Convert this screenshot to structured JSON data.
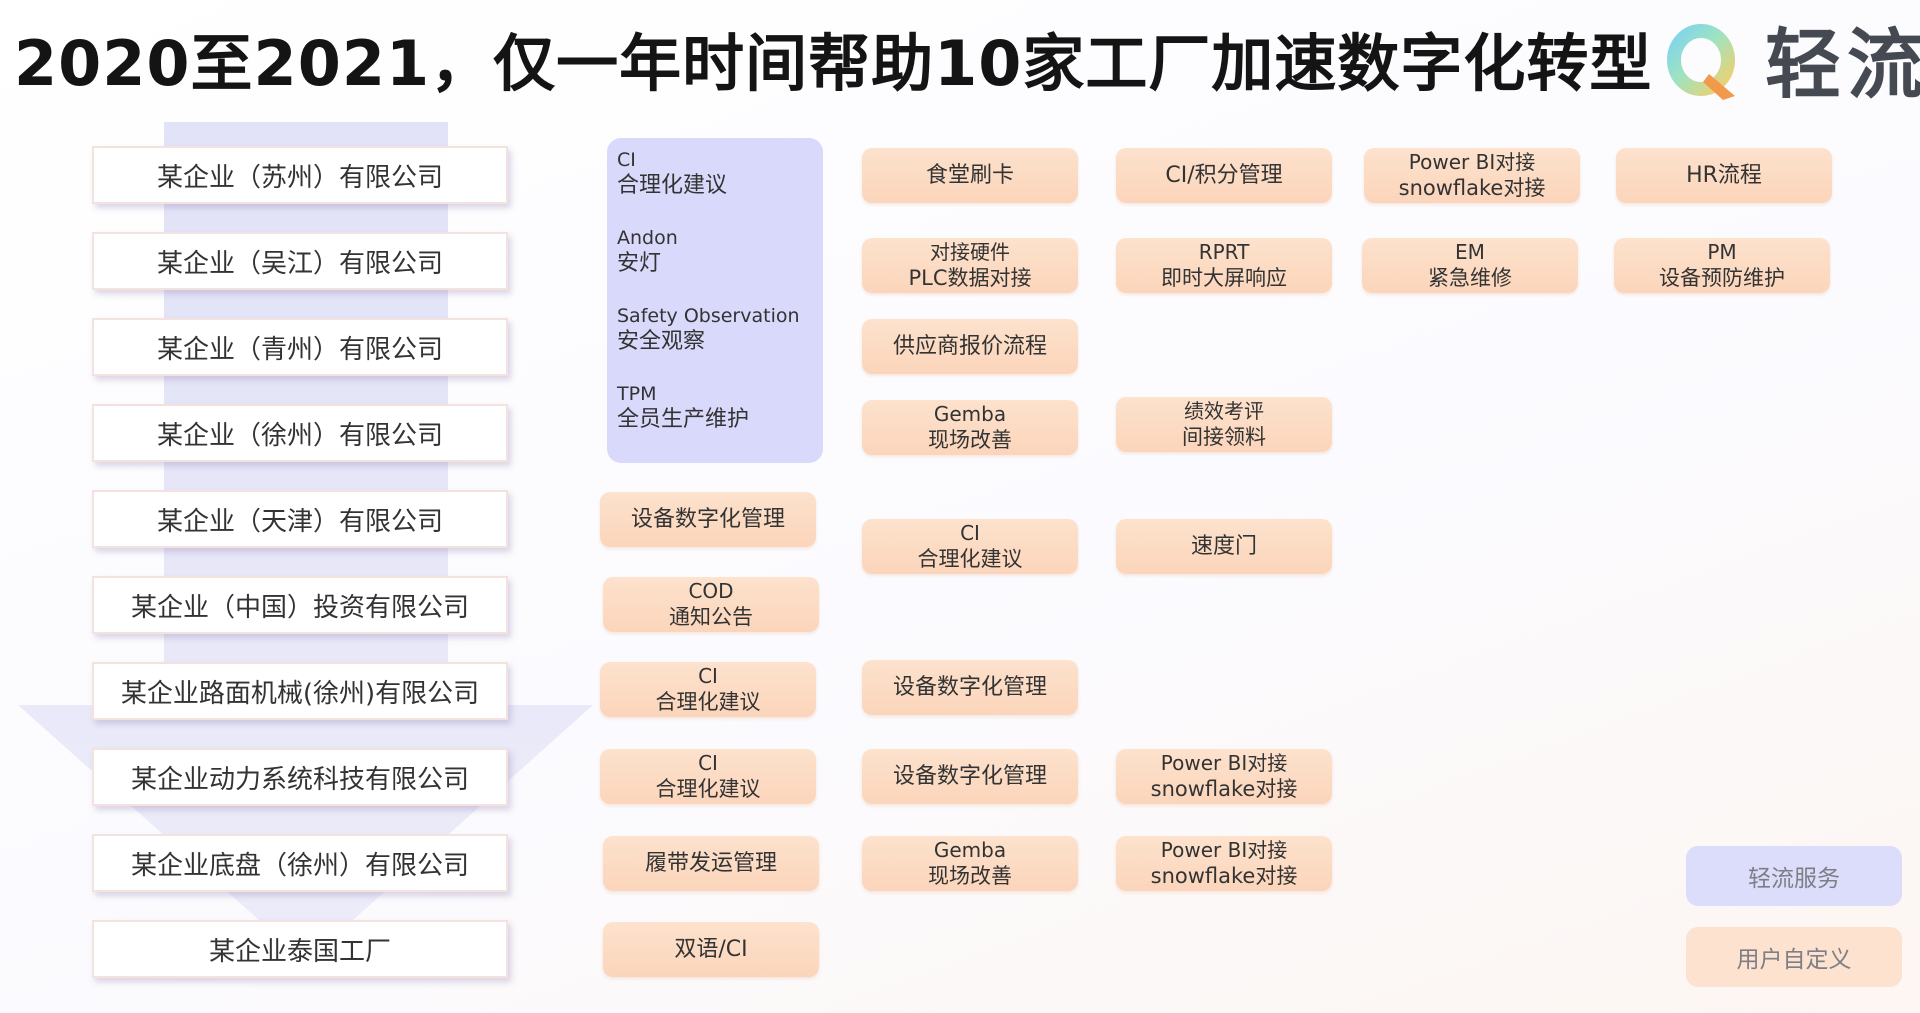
{
  "title": "2020至2021，仅一年时间帮助10家工厂加速数字化转型",
  "logo": {
    "text": "轻流",
    "icon": "q-logo-icon"
  },
  "colors": {
    "service": "#dcdcfb",
    "custom": "#fce2cf",
    "panel": "#d9d9fb"
  },
  "companies": [
    "某企业（苏州）有限公司",
    "某企业（吴江）有限公司",
    "某企业（青州）有限公司",
    "某企业（徐州）有限公司",
    "某企业（天津）有限公司",
    "某企业（中国）投资有限公司",
    "某企业路面机械(徐州)有限公司",
    "某企业动力系统科技有限公司",
    "某企业底盘（徐州）有限公司",
    "某企业泰国工厂"
  ],
  "service_panel": [
    {
      "en": "CI",
      "cn": "合理化建议"
    },
    {
      "en": "Andon",
      "cn": "安灯"
    },
    {
      "en": "Safety Observation",
      "cn": "安全观察"
    },
    {
      "en": "TPM",
      "cn": "全员生产维护"
    }
  ],
  "tiles": {
    "r1": [
      {
        "l1": "食堂刷卡"
      },
      {
        "l1": "CI/积分管理"
      },
      {
        "l1": "Power BI对接",
        "l2": "snowflake对接"
      },
      {
        "l1": "HR流程"
      }
    ],
    "r2": [
      {
        "l1": "对接硬件",
        "l2": "PLC数据对接"
      },
      {
        "l1": "RPRT",
        "l2": "即时大屏响应"
      },
      {
        "l1": "EM",
        "l2": "紧急维修"
      },
      {
        "l1": "PM",
        "l2": "设备预防维护"
      }
    ],
    "r3": [
      {
        "l1": "供应商报价流程"
      }
    ],
    "r4": [
      {
        "l1": "Gemba",
        "l2": "现场改善"
      },
      {
        "l1": "绩效考评",
        "l2": "间接领料"
      }
    ],
    "r5": [
      {
        "l1": "设备数字化管理"
      },
      {
        "l1": "CI",
        "l2": "合理化建议"
      },
      {
        "l1": "速度门"
      }
    ],
    "r6": [
      {
        "l1": "COD",
        "l2": "通知公告"
      }
    ],
    "r7": [
      {
        "l1": "CI",
        "l2": "合理化建议"
      },
      {
        "l1": "设备数字化管理"
      }
    ],
    "r8": [
      {
        "l1": "CI",
        "l2": "合理化建议"
      },
      {
        "l1": "设备数字化管理"
      },
      {
        "l1": "Power BI对接",
        "l2": "snowflake对接"
      }
    ],
    "r9": [
      {
        "l1": "履带发运管理"
      },
      {
        "l1": "Gemba",
        "l2": "现场改善"
      },
      {
        "l1": "Power BI对接",
        "l2": "snowflake对接"
      }
    ],
    "r10": [
      {
        "l1": "双语/CI"
      }
    ]
  },
  "legend": {
    "service": "轻流服务",
    "custom": "用户自定义"
  }
}
